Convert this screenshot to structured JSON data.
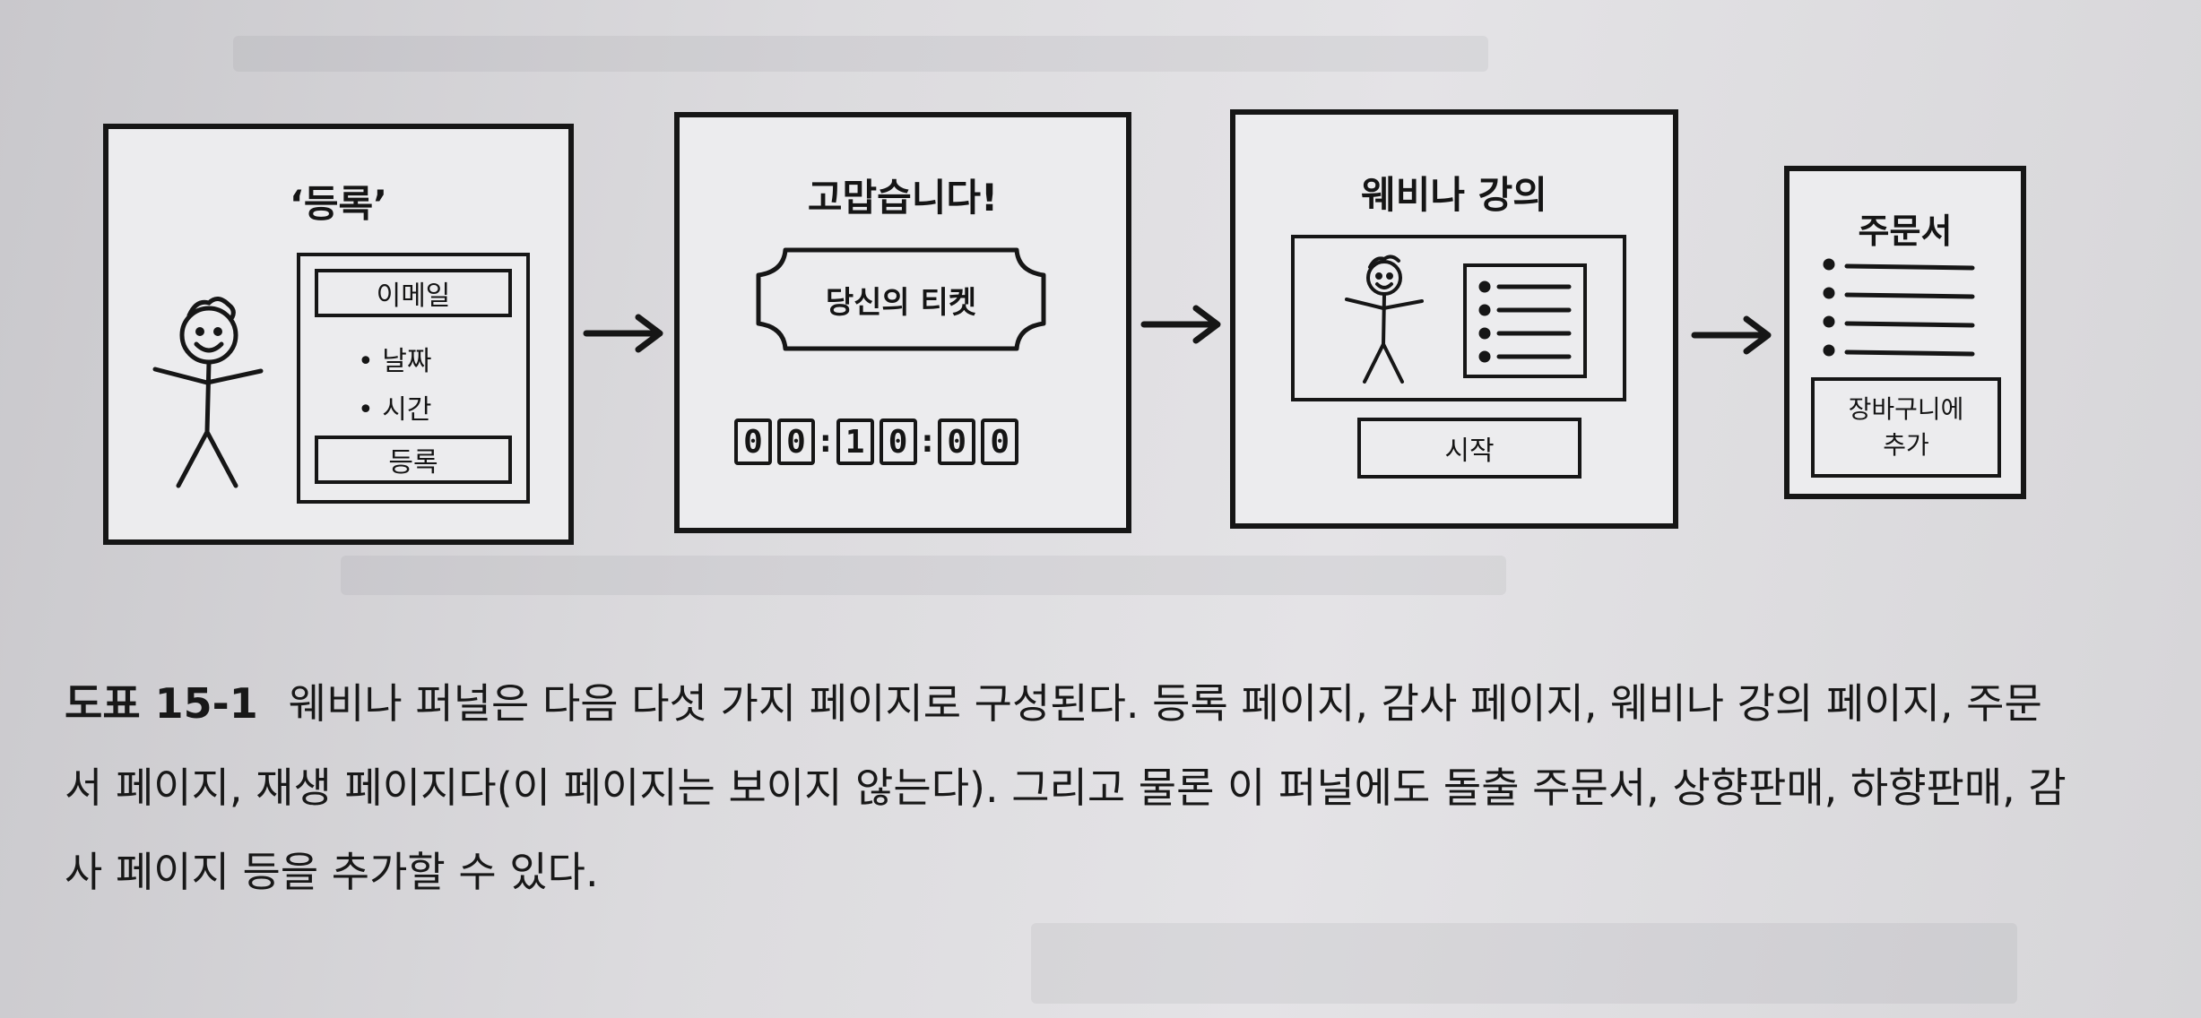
{
  "panels": {
    "registration": {
      "title": "‘등록’",
      "email_button": "이메일",
      "bullets": [
        "날짜",
        "시간"
      ],
      "register_button": "등록"
    },
    "thank_you": {
      "title": "고맙습니다!",
      "ticket": "당신의 티켓",
      "timer": [
        "0",
        "0",
        "1",
        "0",
        "0",
        "0"
      ]
    },
    "webinar": {
      "title": "웨비나 강의",
      "start_button": "시작"
    },
    "order_form": {
      "title": "주문서",
      "cart_button": "장바구니에\n추가"
    }
  },
  "caption": {
    "figure_label": "도표 15-1",
    "text": "웨비나 퍼널은 다음 다섯 가지 페이지로 구성된다. 등록 페이지, 감사 페이지, 웨비나 강의 페이지, 주문서 페이지, 재생 페이지다(이 페이지는 보이지 않는다). 그리고 물론 이 퍼널에도 돌출 주문서, 상향판매, 하향판매, 감사 페이지 등을 추가할 수 있다."
  }
}
